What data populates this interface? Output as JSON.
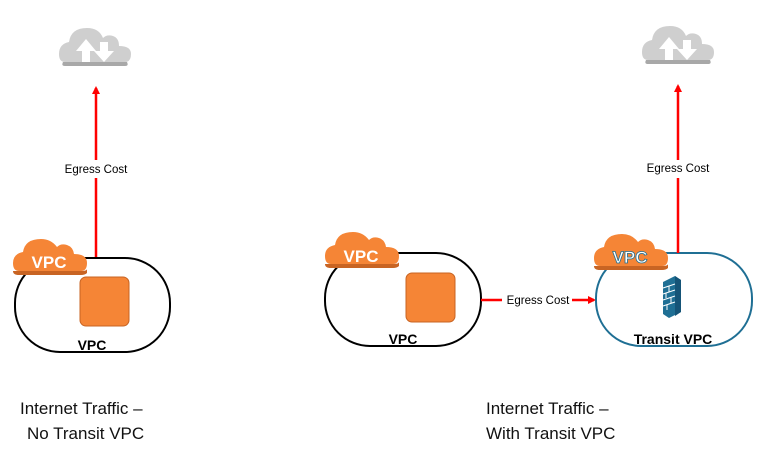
{
  "diagrams": [
    {
      "id": "no-transit",
      "internet_icon": "internet-cloud-icon",
      "egress_label": "Egress Cost",
      "vpc_label": "VPC",
      "vpc_badge": "VPC",
      "instance_icon": "instance-icon",
      "caption_line1": "Internet Traffic –",
      "caption_line2": "No Transit VPC"
    },
    {
      "id": "with-transit",
      "internet_icon": "internet-cloud-icon",
      "egress_label_internet": "Egress Cost",
      "egress_label_peer": "Egress Cost",
      "source_vpc_label": "VPC",
      "source_vpc_badge": "VPC",
      "transit_vpc_label": "Transit VPC",
      "transit_vpc_badge": "VPC",
      "firewall_icon": "firewall-icon",
      "caption_line1": "Internet Traffic –",
      "caption_line2": "With Transit VPC"
    }
  ],
  "colors": {
    "arrow": "#ff0000",
    "aws_orange": "#f58536",
    "transit_border": "#1f6f94",
    "cloud_gray": "#cfcfcf"
  }
}
